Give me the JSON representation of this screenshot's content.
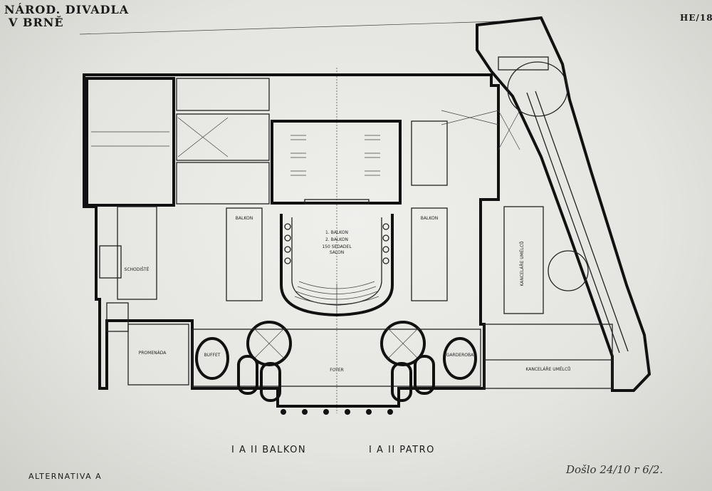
{
  "header": {
    "title_line1": "NÁROD. DIVADLA",
    "title_line2": "V BRNĚ",
    "sheet_no": "HE/18"
  },
  "captions": {
    "left_level": "I A II BALKON",
    "right_level": "I A II PATRO",
    "alternative": "ALTERNATIVA A"
  },
  "annotation": {
    "handwritten": "Došlo 24/10 r 6/2."
  },
  "labels": {
    "auditorium": [
      "1. BALKON",
      "2. BALKON",
      "150 SEDADEL",
      "SALON"
    ],
    "foyer": "FOYER",
    "promenade": "PROMENÁDA",
    "buffet": "BUFFET",
    "wardrobe": "GARDEROBA",
    "stair_left": "SCHODIŠTĚ",
    "box_left": "BALKON",
    "box_right": "BALKON",
    "wing_right": "KANCELÁŘE UMĚLCŮ",
    "wing_bottom": "KANCELÁŘE UMĚLCŮ"
  },
  "colors": {
    "paper": "#e9e9e5",
    "ink": "#111111"
  }
}
